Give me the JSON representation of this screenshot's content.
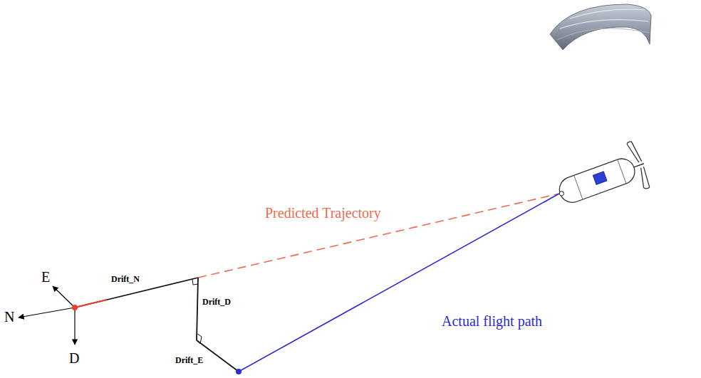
{
  "diagram": {
    "labels": [
      "Predicted Trajectory",
      "E",
      "N",
      "Drift_N",
      "Drift_D",
      "Actual flight path",
      "D",
      "Drift_E"
    ]
  }
}
